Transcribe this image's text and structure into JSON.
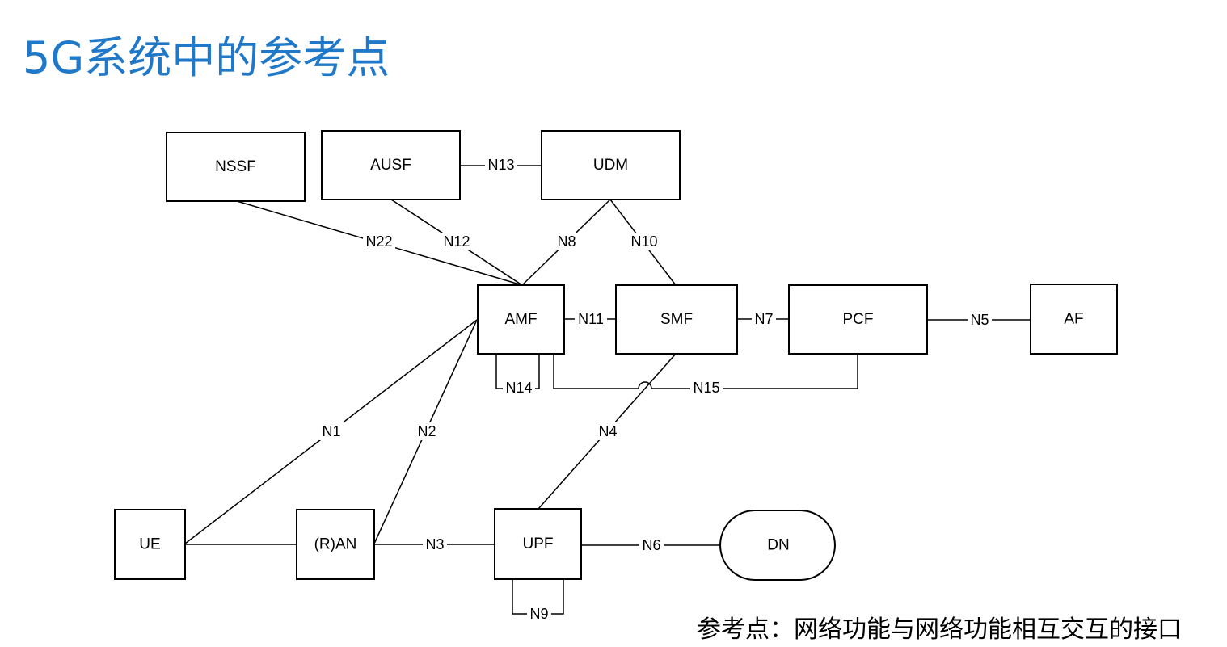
{
  "title": "5G系统中的参考点",
  "footnote": "参考点：网络功能与网络功能相互交互的接口",
  "nodes": {
    "nssf": "NSSF",
    "ausf": "AUSF",
    "udm": "UDM",
    "amf": "AMF",
    "smf": "SMF",
    "pcf": "PCF",
    "af": "AF",
    "ue": "UE",
    "ran": "(R)AN",
    "upf": "UPF",
    "dn": "DN"
  },
  "reference_points": {
    "n1": "N1",
    "n2": "N2",
    "n3": "N3",
    "n4": "N4",
    "n5": "N5",
    "n6": "N6",
    "n7": "N7",
    "n8": "N8",
    "n9": "N9",
    "n10": "N10",
    "n11": "N11",
    "n12": "N12",
    "n13": "N13",
    "n14": "N14",
    "n15": "N15",
    "n22": "N22"
  }
}
